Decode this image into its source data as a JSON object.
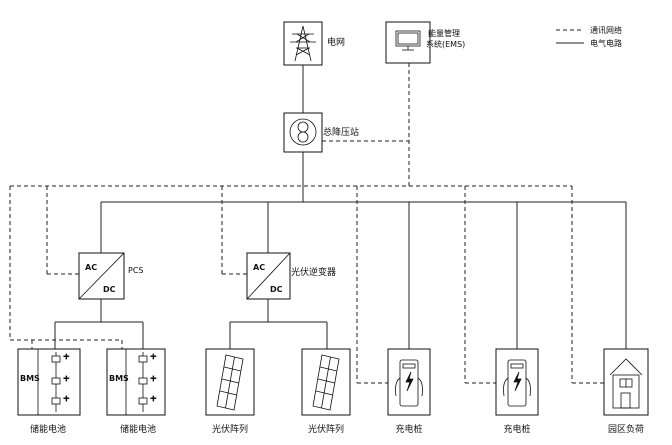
{
  "legend": {
    "comm": "通讯网络",
    "power": "电气电路"
  },
  "nodes": {
    "grid": "电网",
    "ems_line1": "能量管理",
    "ems_line2": "系统(EMS)",
    "substation": "总降压站",
    "pcs_ac": "AC",
    "pcs_dc": "DC",
    "pcs": "PCS",
    "inv_ac": "AC",
    "inv_dc": "DC",
    "inverter": "光伏逆变器",
    "bms": "BMS"
  },
  "bottom": {
    "storage1": "储能电池",
    "storage2": "储能电池",
    "pv1": "光伏阵列",
    "pv2": "光伏阵列",
    "charger1": "充电桩",
    "charger2": "充电桩",
    "load": "园区负荷"
  },
  "colors": {
    "line": "#222222",
    "background": "#ffffff"
  }
}
